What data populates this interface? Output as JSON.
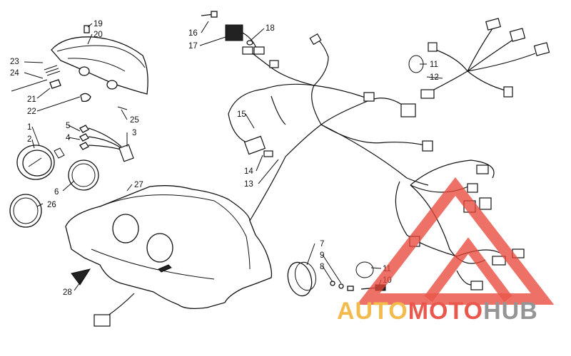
{
  "callouts": {
    "c1": "1",
    "c2": "2",
    "c3": "3",
    "c4": "4",
    "c5": "5",
    "c6": "6",
    "c7": "7",
    "c8": "8",
    "c9": "9",
    "c10": "10",
    "c11a": "11",
    "c11b": "11",
    "c12": "12",
    "c13": "13",
    "c14": "14",
    "c15": "15",
    "c16": "16",
    "c17": "17",
    "c18": "18",
    "c19": "19",
    "c20": "20",
    "c21": "21",
    "c22": "22",
    "c23": "23",
    "c24": "24",
    "c25": "25",
    "c26": "26",
    "c27": "27",
    "c28": "28"
  },
  "watermark": {
    "text_part1": "AUTO",
    "text_part2": "MOTO",
    "text_part3": "HUB",
    "color_orange": "#f2b33a",
    "color_red": "#e8473a",
    "color_gray": "#8a8a8a"
  }
}
